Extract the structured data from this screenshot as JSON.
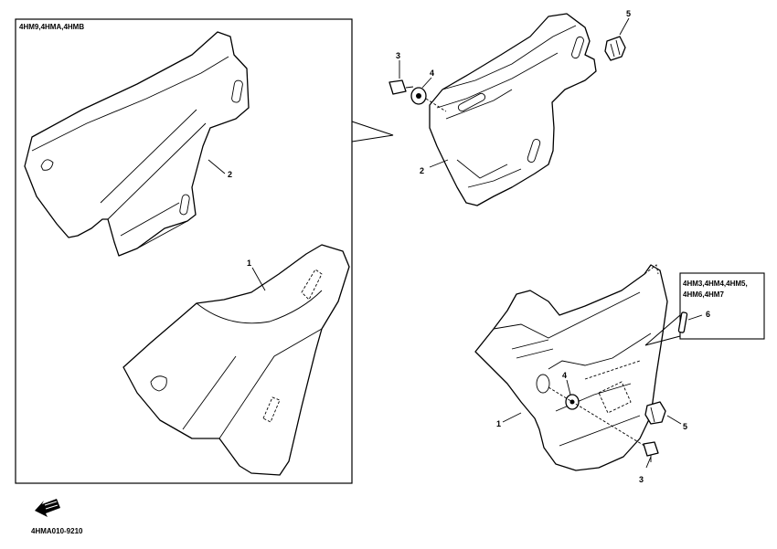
{
  "inset_variants_label": "4HM9,4HMA,4HMB",
  "callout_variants_line1": "4HM3,4HM4,4HM5,",
  "callout_variants_line2": "4HM6,4HM7",
  "callouts": {
    "inset_cover_2": "2",
    "inset_cover_1": "1",
    "top_bolt_3": "3",
    "top_washer_4": "4",
    "top_nut_5": "5",
    "top_cover_2": "2",
    "right_damper_6": "6",
    "right_washer_4": "4",
    "right_cover_1": "1",
    "right_nut_5": "5",
    "right_bolt_3": "3"
  },
  "figure_code": "4HMA010-9210",
  "icons": {
    "front_arrow": "front-direction-arrow-icon"
  }
}
